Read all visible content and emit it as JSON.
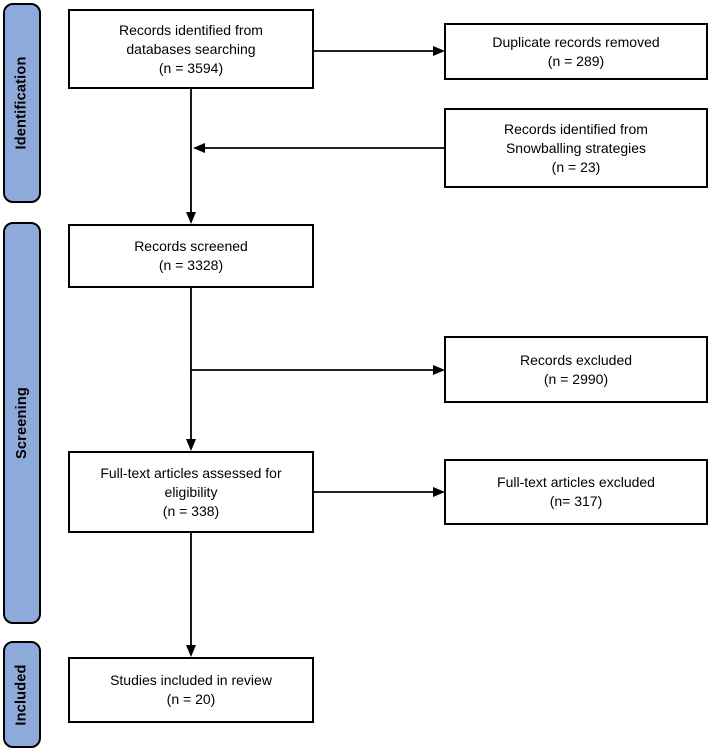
{
  "stages": [
    {
      "label": "Identification"
    },
    {
      "label": "Screening"
    },
    {
      "label": "Included"
    }
  ],
  "boxes": [
    {
      "id": "records-identified-databases",
      "lines": [
        "Records identified from",
        "databases searching",
        "(n = 3594)"
      ]
    },
    {
      "id": "duplicate-records-removed",
      "lines": [
        "Duplicate records removed",
        "(n = 289)"
      ]
    },
    {
      "id": "records-identified-snowballing",
      "lines": [
        "Records identified from",
        "Snowballing strategies",
        "(n = 23)"
      ]
    },
    {
      "id": "records-screened",
      "lines": [
        "Records screened",
        "(n = 3328)"
      ]
    },
    {
      "id": "records-excluded",
      "lines": [
        "Records excluded",
        "(n = 2990)"
      ]
    },
    {
      "id": "fulltext-assessed",
      "lines": [
        "Full-text articles assessed for",
        "eligibility",
        "(n = 338)"
      ]
    },
    {
      "id": "fulltext-excluded",
      "lines": [
        "Full-text articles excluded",
        "(n= 317)"
      ]
    },
    {
      "id": "studies-included",
      "lines": [
        "Studies included in review",
        "(n = 20)"
      ]
    }
  ],
  "colors": {
    "stage_fill": "#8EAADB",
    "box_fill": "#FFFFFF",
    "border": "#000000",
    "arrow": "#000000",
    "text": "#000000"
  }
}
